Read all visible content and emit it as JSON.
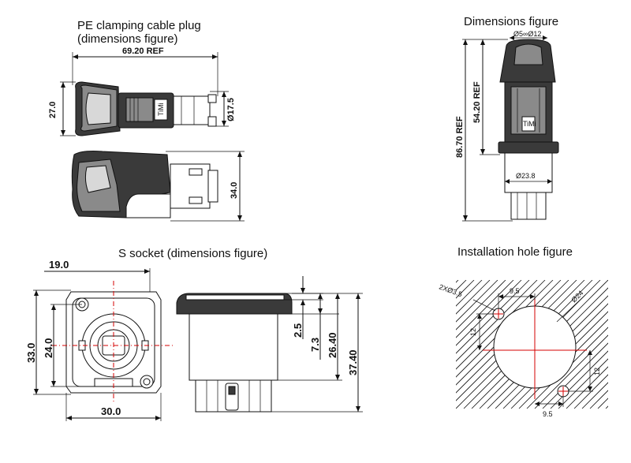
{
  "titles": {
    "plug": "PE clamping cable plug",
    "plug_sub": "(dimensions figure)",
    "dimensions": "Dimensions figure",
    "socket": "S socket (dimensions figure)",
    "install": "Installation hole figure"
  },
  "plug_dims": {
    "length": "69.20 REF",
    "height": "27.0",
    "dia": "Ø17.5",
    "width": "34.0",
    "logo": "TiMi"
  },
  "side_dims": {
    "cable_range": "Ø5∞Ø12",
    "overall": "86.70 REF",
    "upper": "54.20 REF",
    "flange_dia": "Ø23.8",
    "logo": "TiMi"
  },
  "socket_dims": {
    "offset": "19.0",
    "height": "33.0",
    "inner": "24.0",
    "width": "30.0",
    "flange": "2.5",
    "front": "7.3",
    "body": "26.40",
    "total": "37.40"
  },
  "hole_dims": {
    "screw": "2XØ3.5",
    "top_offset": "9.5",
    "hole_dia": "Ø24",
    "left_offset": "12",
    "right_offset": "12",
    "bottom_offset": "9.5"
  }
}
